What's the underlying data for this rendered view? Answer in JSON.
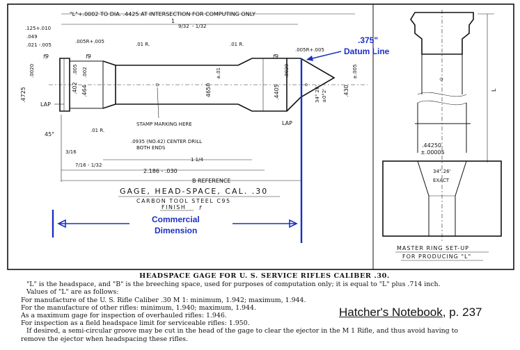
{
  "drawing": {
    "top_dim": "\"L\"+.0002 TO DIA. .4425 AT INTERSECTION FOR COMPUTING ONLY",
    "dim_1_top": "1",
    "dim_1_frac": "9/32",
    "dim_1_tol": "- 1/32",
    "dim_125": ".125+.010",
    "dim_049": ".049",
    "dim_021": ".021 -.005",
    "dim_005r_left": ".005R+.005",
    "dim_01r_a": ".01 R.",
    "dim_01r_b": ".01 R.",
    "dim_005r_right": ".005R+.005",
    "f9_a": "f9",
    "f9_b": "f9",
    "f9_c": "f9",
    "dim_4725": ".4725",
    "dim_0020_l": ".0020",
    "dim_005_l": ".005",
    "dim_402": ".402",
    "dim_002_l": ".002",
    "dim_464": ".464",
    "dim_4650": "4650",
    "dim_01_mid": "±.01",
    "dim_4405": ".4405",
    "dim_0020_r": ".0020",
    "dim_angle": "34° 26'",
    "dim_angle_tol": "±0°2'",
    "dim_430": ".430",
    "dim_005_r": "±.005",
    "lap_left": "LAP",
    "lap_right": "LAP",
    "dim_45": "45°",
    "dim_01r_c": ".01 R.",
    "stamp": "STAMP MARKING HERE",
    "center_drill_1": ".0935 (NO.42) CENTER DRILL",
    "center_drill_2": "BOTH ENDS",
    "dim_3_16": "3/16",
    "dim_7_16": "7/16 - 1/32",
    "dim_1_1_4": "1 1/4",
    "dim_2186": "2.186 - .030",
    "b_reference": "B REFERENCE",
    "title": "GAGE, HEAD-SPACE, CAL. .30",
    "material": "CARBON TOOL STEEL C95",
    "finish": "FINISH",
    "finish_symbol": "f",
    "blue_375": ".375\"",
    "blue_datum": "Datum Line",
    "blue_commercial_1": "Commercial",
    "blue_commercial_2": "Dimension",
    "ring_L": "L",
    "ring_dim_44250": ".44250",
    "ring_dim_tol": "±.00005",
    "ring_angle": "34° 26'",
    "ring_exact": "EXACT",
    "ring_caption_1": "MASTER RING SET-UP",
    "ring_caption_2": "FOR PRODUCING \"L\""
  },
  "caption": {
    "title": "HEADSPACE GAGE FOR U. S. SERVICE RIFLES CALIBER .30.",
    "line1": "\"L\" is the headspace, and \"B\" is the breeching space, used for purposes of computation only; it is equal to \"L\" plus .714 inch.",
    "line2": "Values of \"L\" are as follows:",
    "line3": "For manufacture of the U. S. Rifle Caliber .30 M 1: minimum, 1.942; maximum, 1.944.",
    "line4": "For the manufacture of other rifles: minimum, 1.940; maximum, 1.944.",
    "line5": "As a maximum gage for inspection of overhauled rifles: 1.946.",
    "line6": "For inspection as a field headspace limit for serviceable rifles: 1.950.",
    "line7": "If desired, a semi-circular groove may be cut in the head of the gage to clear the ejector in the M 1 Rifle, and thus avoid having to",
    "line8": "remove the ejector when headspacing these rifles."
  },
  "source": {
    "text": "Hatcher's Notebook",
    "page": ", p. 237"
  },
  "colors": {
    "annotation_blue": "#1a2fc4",
    "ink": "#111111"
  }
}
